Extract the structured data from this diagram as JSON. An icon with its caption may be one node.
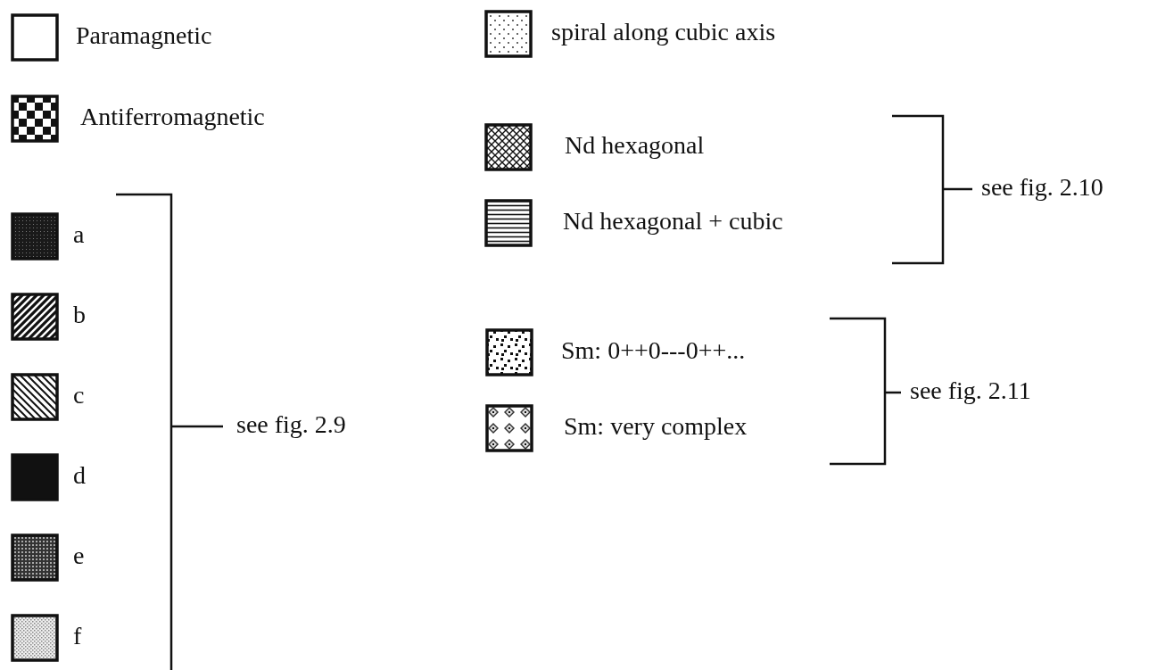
{
  "diagram": {
    "labels": [
      "see fig. 2.9",
      "see fig. 2.10",
      "see fig. 2.11"
    ],
    "legend": [
      {
        "text": "Paramagnetic"
      },
      {
        "text": "Antiferromagnetic"
      },
      {
        "text": "a"
      },
      {
        "text": "b"
      },
      {
        "text": "c"
      },
      {
        "text": "d"
      },
      {
        "text": "e"
      },
      {
        "text": "f"
      },
      {
        "text": "spiral along cubic axis"
      },
      {
        "text": "Nd hexagonal"
      },
      {
        "text": "Nd hexagonal + cubic"
      },
      {
        "text": "Sm: 0++0---0++..."
      },
      {
        "text": "Sm: very complex"
      }
    ]
  }
}
